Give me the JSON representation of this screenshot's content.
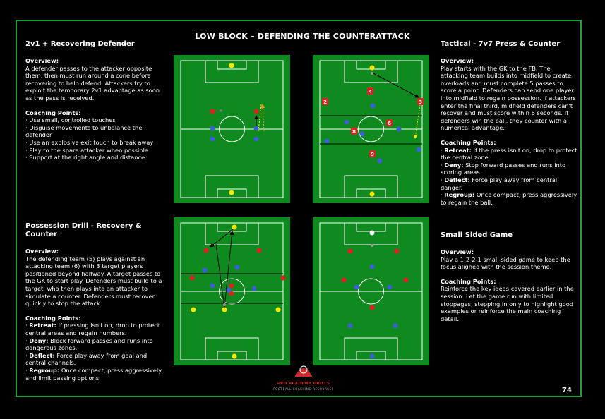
{
  "page_title": "LOW BLOCK – DEFENDING THE COUNTERATTACK",
  "page_number": "74",
  "colors": {
    "border": "#19a33a",
    "pitch": "#0f8a1f",
    "red": "#e02020",
    "blue": "#3b5fd6",
    "yellow": "#ffe600"
  },
  "left_top": {
    "title": "2v1 + Recovering Defender",
    "overview_label": "Overview:",
    "overview": "A defender passes to the attacker opposite them, then must run around a cone before recovering to help defend. Attackers try to exploit the temporary 2v1 advantage as soon as the pass is received.",
    "coaching_label": "Coaching Points:",
    "points": [
      "· Use small, controlled touches",
      "· Disguise movements to unbalance the defender",
      "· Use an explosive exit touch to break away",
      "· Play to the spare attacker when possible",
      "· Support at the right angle and distance"
    ]
  },
  "left_bottom": {
    "title": "Possession Drill - Recovery & Counter",
    "overview_label": "Overview:",
    "overview": "The defending team (5) plays against an attacking team (6) with 3 target players positioned beyond halfway. A target passes to the GK to start play. Defenders must build to a target, who then plays into an attacker to simulate a counter. Defenders must recover quickly to stop the attack.",
    "coaching_label": "Coaching Points:",
    "points": [
      {
        "key": "Retreat:",
        "text": " If pressing isn't on, drop to protect central areas and regain numbers."
      },
      {
        "key": "Deny:",
        "text": " Block forward passes and runs into dangerous zones."
      },
      {
        "key": "Deflect:",
        "text": " Force play away from goal and central channels."
      },
      {
        "key": "Regroup:",
        "text": " Once compact, press aggressively and limit passing options."
      }
    ]
  },
  "right_top": {
    "title": "Tactical - 7v7 Press & Counter",
    "overview_label": "Overview:",
    "overview": "Play starts with the GK to the FB. The attacking team builds into midfield to create overloads and must complete 5 passes to score a point. Defenders can send one player into midfield to regain possession. If attackers enter the final third, midfield defenders can't recover and must score within 6 seconds. If defenders win the ball, they counter with a numerical advantage.",
    "coaching_label": "Coaching Points:",
    "points": [
      {
        "key": "Retreat:",
        "text": " If the press isn't on, drop to protect the central zone."
      },
      {
        "key": "Deny:",
        "text": " Stop forward passes and runs into scoring areas."
      },
      {
        "key": "Deflect:",
        "text": " Force play away from central danger."
      },
      {
        "key": "Regroup:",
        "text": " Once compact, press aggressively to regain the ball."
      }
    ]
  },
  "right_bottom": {
    "title": "Small Sided Game",
    "overview_label": "Overview:",
    "overview": "Play a 1-2-2-1 small-sided game to keep the focus aligned with the session theme.",
    "coaching_label": "Coaching Points:",
    "coaching": "Reinforce the key ideas covered earlier in the session. Let the game run with limited stoppages, stepping in only to highlight good examples or reinforce the main coaching detail."
  },
  "pitch_tr_numbers": [
    "2",
    "4",
    "3",
    "6",
    "8",
    "9"
  ],
  "logo": {
    "name": "PRO ACADEMY DRILLS",
    "tagline": "FOOTBALL COACHING RESOURCES"
  }
}
